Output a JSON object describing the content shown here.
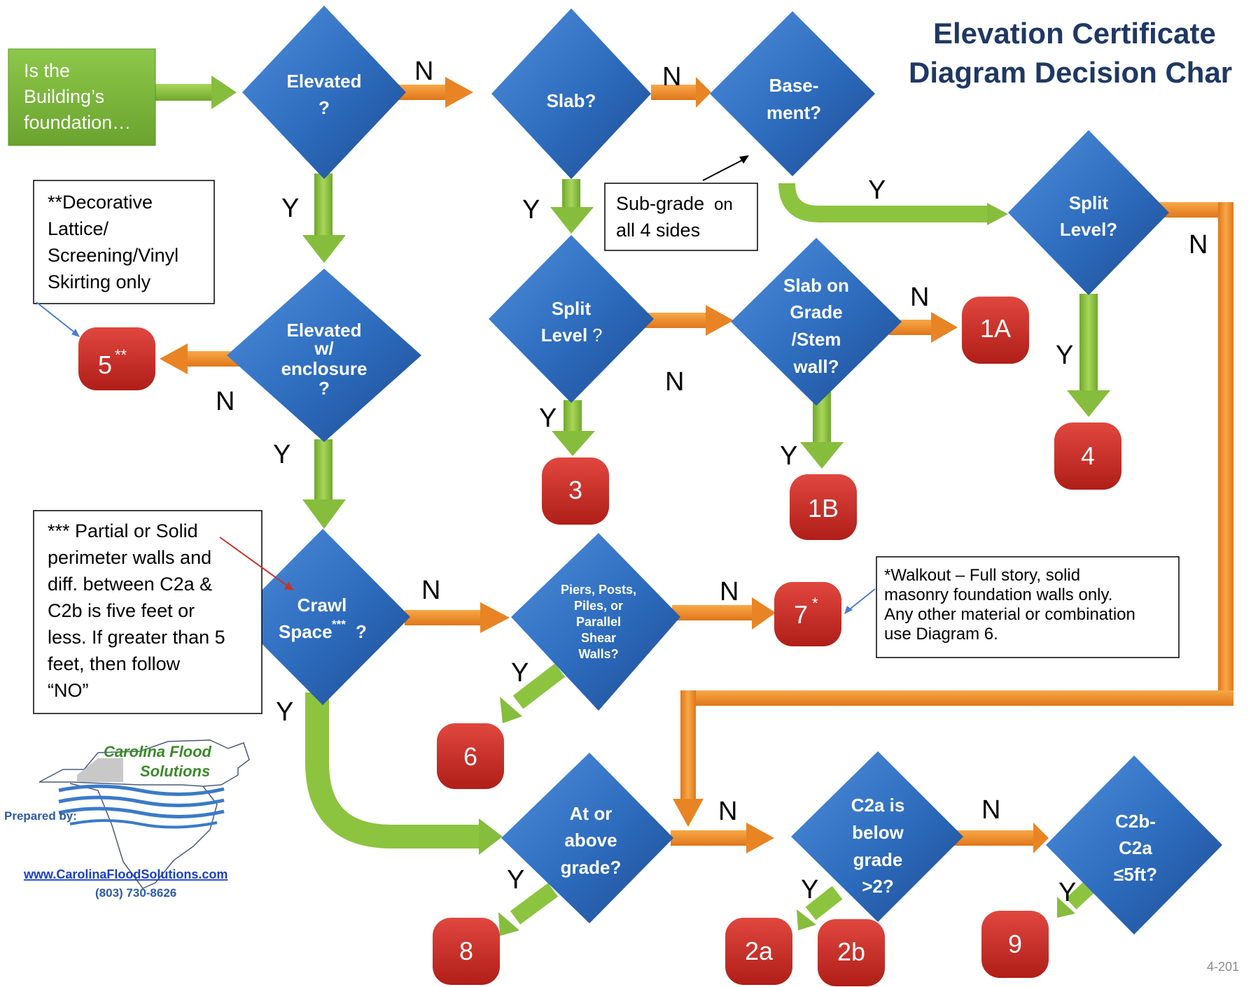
{
  "title": {
    "line1": "Elevation Certificate",
    "line2": "Diagram Decision Char"
  },
  "start": {
    "line1": "Is the",
    "line2": "Building’s",
    "line3": "foundation…"
  },
  "decisions": {
    "elevated": [
      "Elevated",
      "?"
    ],
    "slab": [
      "Slab?"
    ],
    "basement": [
      "Base-",
      "ment?"
    ],
    "split_level_right": [
      "Split",
      "Level?"
    ],
    "elevated_enclosure": [
      "Elevated",
      "w/",
      "enclosure",
      "?"
    ],
    "split_level_mid": [
      "Split",
      "Level",
      "?"
    ],
    "slab_on_grade": [
      "Slab on",
      "Grade",
      "/Stem",
      "wall?"
    ],
    "crawl_space": [
      "Crawl",
      "Space",
      "***",
      "?"
    ],
    "piers": [
      "Piers, Posts,",
      "Piles, or",
      "Parallel",
      "Shear",
      "Walls?"
    ],
    "at_above_grade": [
      "At or",
      "above",
      "grade?"
    ],
    "c2a_below": [
      "C2a is",
      "below",
      "grade",
      ">2?"
    ],
    "c2b_c2a": [
      "C2b-",
      "C2a",
      "≤5ft?"
    ]
  },
  "labels": {
    "n1": "N",
    "n2": "N",
    "y1": "Y",
    "y2": "Y",
    "y3": "Y",
    "n_split": "N",
    "n_enclosure": "N",
    "y_enclosure": "Y",
    "n_slab_grade": "N",
    "n_split_mid": "N",
    "y_split_mid": "Y",
    "y_slab_grade": "Y",
    "y_split_right": "Y",
    "n_crawl": "N",
    "y_crawl": "Y",
    "n_piers": "N",
    "y_piers": "Y",
    "n_grade": "N",
    "y_grade": "Y",
    "n_c2a": "N",
    "y_c2a": "Y",
    "y_c2b": "Y"
  },
  "results": {
    "r5": "5",
    "r5_sup": "**",
    "r1a": "1A",
    "r1b": "1B",
    "r3": "3",
    "r4": "4",
    "r7": "7",
    "r7_sup": "*",
    "r6": "6",
    "r8": "8",
    "r2a": "2a",
    "r2b": "2b",
    "r9": "9"
  },
  "notes": {
    "decorative": [
      "**Decorative",
      "Lattice/",
      "Screening/Vinyl",
      "Skirting only"
    ],
    "subgrade": [
      "Sub-grade on",
      "all 4 sides"
    ],
    "subgrade_line1_a": "Sub-grade",
    "subgrade_line1_b": "on",
    "crawl_note": [
      "*** Partial or Solid",
      "perimeter walls and",
      "diff. between C2a &",
      "C2b is five feet or",
      "less. If greater than 5",
      "feet, then follow",
      "“NO”"
    ],
    "walkout": [
      "*Walkout – Full story, solid",
      "masonry foundation walls only.",
      "Any other material or combination",
      "use Diagram 6."
    ]
  },
  "logo": {
    "line1": "Carolina Flood",
    "line2": "Solutions",
    "prepared": "Prepared by:",
    "url": "www.CarolinaFloodSolutions.com",
    "phone": "(803) 730-8626"
  },
  "footer": {
    "date": "4-201"
  },
  "colors": {
    "diamond": "#2f6fbf",
    "diamond_dark": "#1e4f95",
    "green": "#8cc43f",
    "orange": "#f08a24",
    "result": "#c8261f",
    "start": "#7ab43a"
  }
}
